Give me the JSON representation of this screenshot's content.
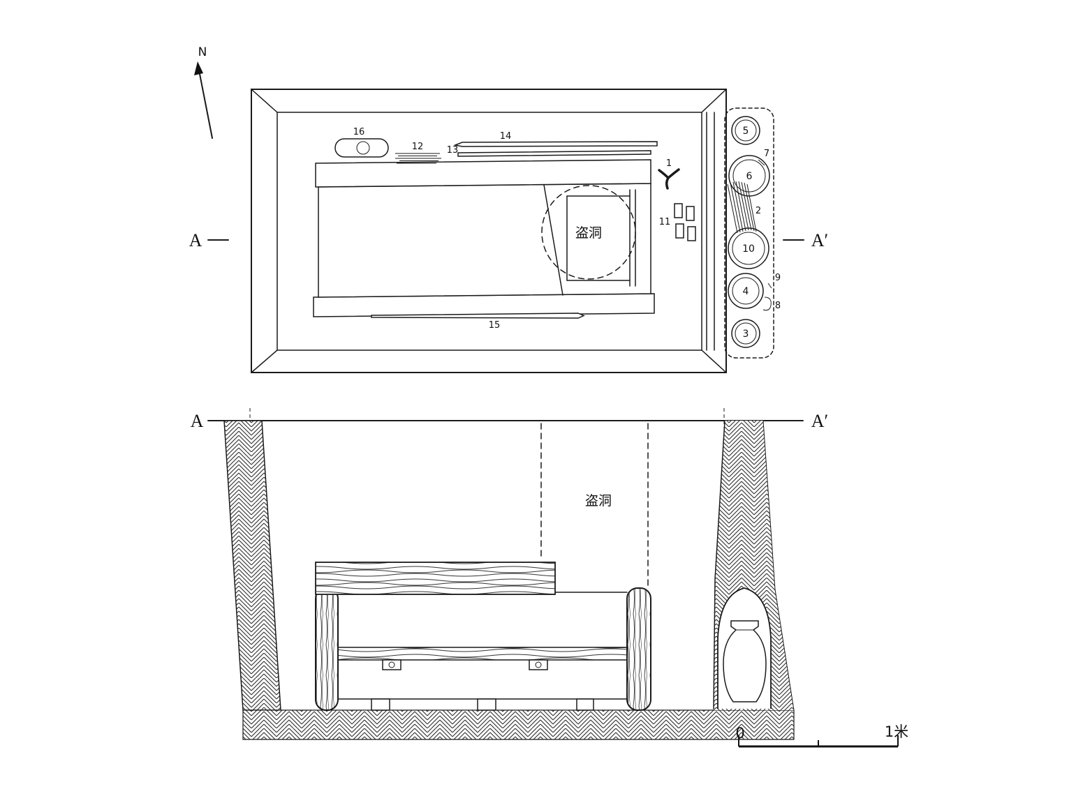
{
  "figure": {
    "type": "archaeological tomb plan and section drawing",
    "ink_color": "#1a1a1a",
    "background": "#ffffff"
  },
  "compass": {
    "north": "N"
  },
  "plan": {
    "section_left": "A",
    "section_right": "A′",
    "robber_hole": "盗洞",
    "labels": {
      "l1": "1",
      "l2": "2",
      "l3": "3",
      "l4": "4",
      "l5": "5",
      "l6": "6",
      "l7": "7",
      "l8": "8",
      "l9": "9",
      "l10": "10",
      "l11": "11",
      "l12": "12",
      "l13": "13",
      "l14": "14",
      "l15": "15",
      "l16": "16"
    }
  },
  "section": {
    "section_left": "A",
    "section_right": "A′",
    "robber_hole": "盗洞"
  },
  "scale_bar": {
    "zero": "0",
    "one_meter": "1米"
  }
}
